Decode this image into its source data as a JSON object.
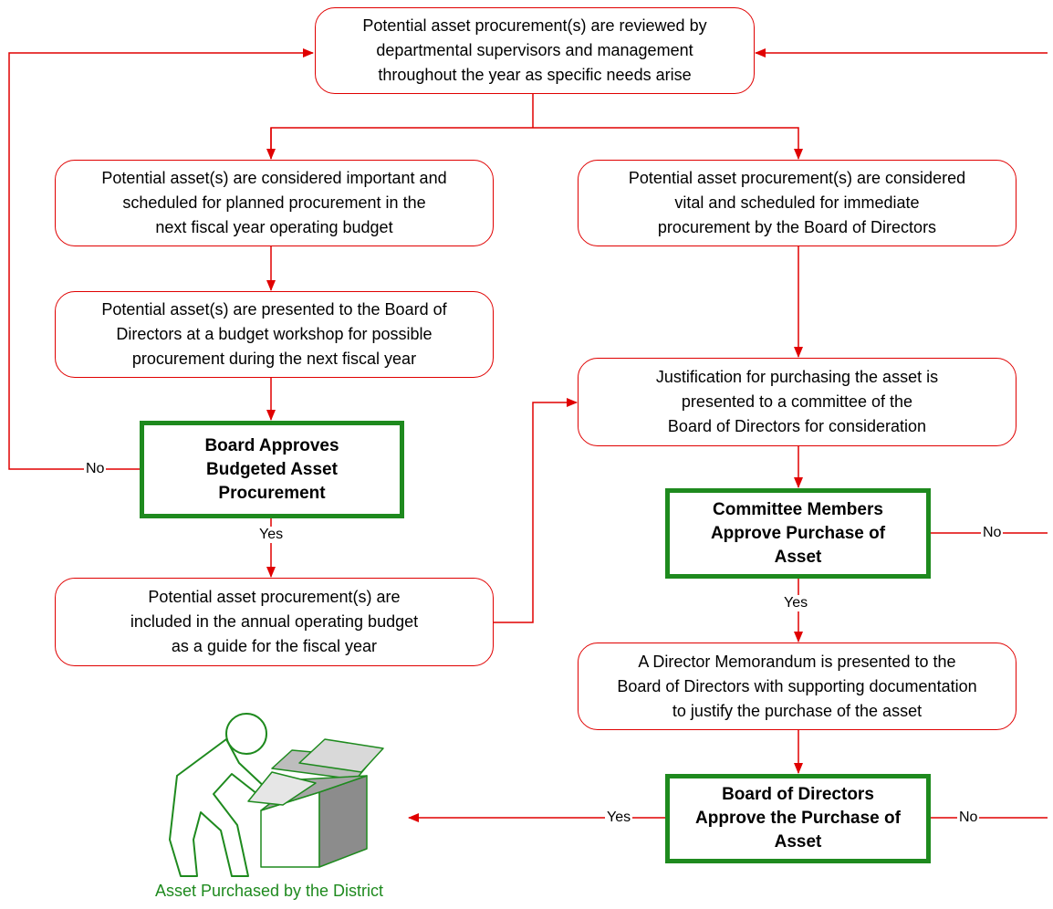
{
  "steps": {
    "review": "Potential asset procurement(s) are reviewed by\ndepartmental supervisors and management\nthroughout the year as specific needs arise",
    "important": "Potential asset(s) are considered important and\nscheduled for planned procurement in the\nnext fiscal year operating budget",
    "vital": "Potential asset procurement(s) are considered\nvital and scheduled for immediate\nprocurement by the Board of Directors",
    "presented": "Potential asset(s) are presented to the Board of\nDirectors at a budget workshop for possible\nprocurement during the next fiscal year",
    "justification": "Justification for purchasing the asset is\npresented to a committee of the\nBoard of Directors for consideration",
    "included": "Potential asset procurement(s) are\nincluded in the annual operating budget\nas a guide for the fiscal year",
    "memorandum": "A Director Memorandum is presented to the\nBoard of Directors with supporting documentation\nto justify the purchase of the asset"
  },
  "decisions": {
    "board_budget": "Board Approves\nBudgeted Asset\nProcurement",
    "committee": "Committee Members\nApprove Purchase of\nAsset",
    "board_final": "Board of Directors\nApprove the Purchase of\nAsset"
  },
  "labels": {
    "no_1": "No",
    "yes_1": "Yes",
    "no_2": "No",
    "yes_2": "Yes",
    "yes_3": "Yes",
    "no_3": "No"
  },
  "final_caption": "Asset Purchased by the District",
  "colors": {
    "connector": "#e00000",
    "decision_border": "#1e8a1e",
    "illustration": "#1e8a1e"
  },
  "icons": {
    "final": "person-carrying-box-icon"
  }
}
